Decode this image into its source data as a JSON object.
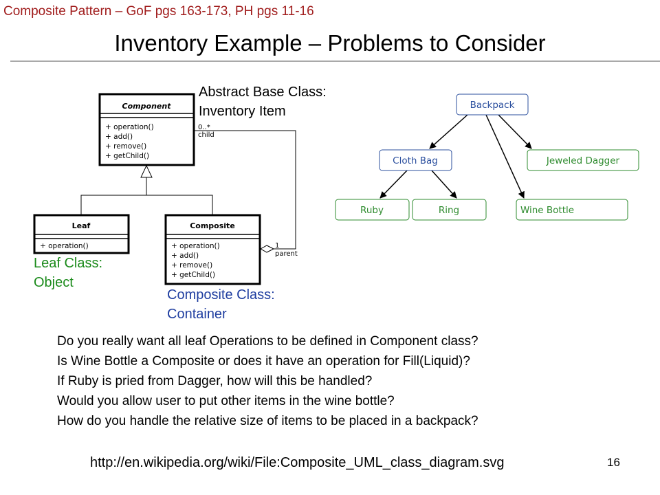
{
  "header": {
    "subtitle": "Composite Pattern – GoF pgs 163-173, PH pgs 11-16",
    "title": "Inventory Example – Problems to Consider"
  },
  "uml": {
    "component": {
      "name": "Component",
      "ops": [
        "+  operation()",
        "+  add()",
        "+  remove()",
        "+  getChild()"
      ]
    },
    "leaf": {
      "name": "Leaf",
      "ops": [
        "+  operation()"
      ]
    },
    "composite": {
      "name": "Composite",
      "ops": [
        "+  operation()",
        "+  add()",
        "+  remove()",
        "+  getChild()"
      ]
    },
    "child_mult": "0..*",
    "child_role": "child",
    "parent_mult": "1",
    "parent_role": "parent"
  },
  "labels": {
    "abc_line1": "Abstract Base Class:",
    "abc_line2": "Inventory Item",
    "leaf_line1": "Leaf Class:",
    "leaf_line2": "Object",
    "comp_line1": "Composite Class:",
    "comp_line2": "Container"
  },
  "tree": {
    "backpack": "Backpack",
    "cloth_bag": "Cloth Bag",
    "jeweled_dagger": "Jeweled Dagger",
    "ruby": "Ruby",
    "ring": "Ring",
    "wine_bottle": "Wine Bottle"
  },
  "colors": {
    "subtitle": "#a01c1c",
    "blue_node": "#2b4f9e",
    "green_node": "#2e8b2e",
    "leaf_label": "#1a8a1a",
    "composite_label": "#1f3ea0"
  },
  "questions": [
    "Do you really want all leaf Operations to be defined in Component class?",
    "Is Wine Bottle a Composite or does it have an operation for Fill(Liquid)?",
    "If Ruby is pried from Dagger, how will this be handled?",
    "Would you allow user to put other items in the wine bottle?",
    "How do you handle the relative size of items to be placed in a backpack?"
  ],
  "source_url": "http://en.wikipedia.org/wiki/File:Composite_UML_class_diagram.svg",
  "page_number": "16"
}
